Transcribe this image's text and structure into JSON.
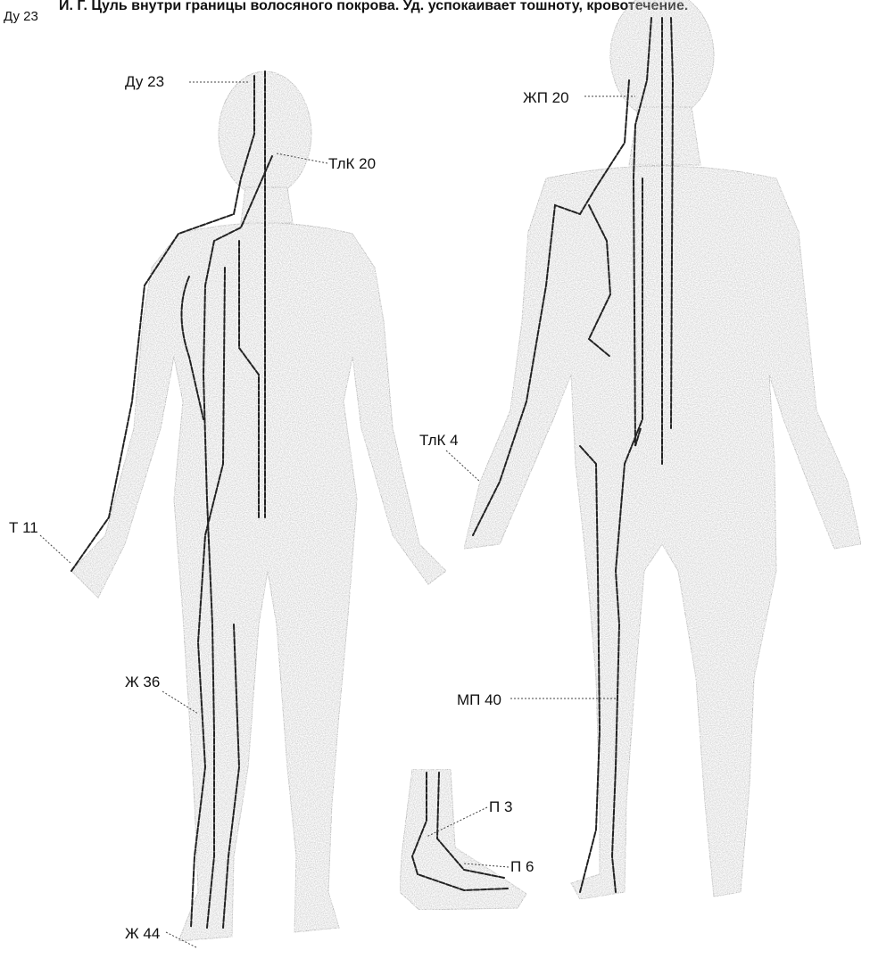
{
  "header": {
    "point": "Ду 23",
    "text": "И. Г. Цуль внутри границы волосяного покрова. Уд. успокаивает тошноту, кровотечение."
  },
  "labels": {
    "du23": "Ду 23",
    "tlk20": "ТлК 20",
    "zhp20": "ЖП 20",
    "tlk4": "ТлК 4",
    "t11": "Т 11",
    "mp40": "МП 40",
    "zh36": "Ж 36",
    "p3": "П 3",
    "p6": "П 6",
    "zh44": "Ж 44"
  },
  "colors": {
    "body_fill": "#c9c9c9",
    "body_stroke": "#8a8a8a",
    "meridian": "#222222",
    "leader": "#444444"
  }
}
